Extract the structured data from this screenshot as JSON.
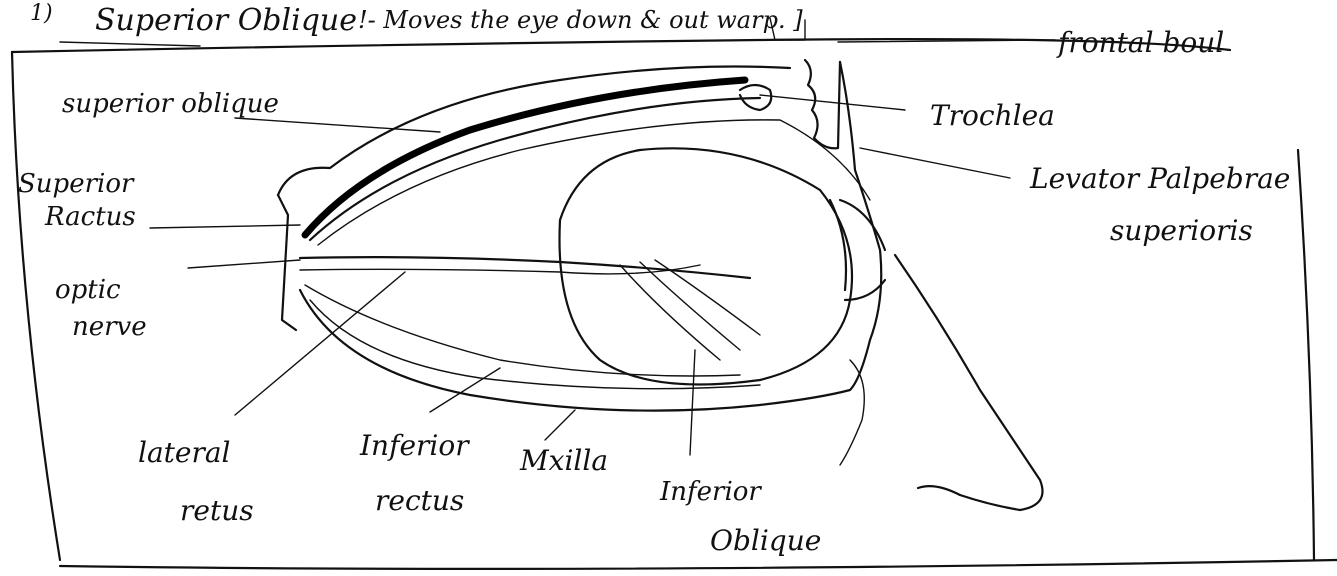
{
  "header": {
    "prefix": "1)",
    "title": "Superior Oblique",
    "description": "!- Moves the eye down & out warp. ]"
  },
  "labels": {
    "frontal_bone": "frontal boul",
    "superior_oblique": "superior oblique",
    "trochlea": "Trochlea",
    "superior_rectus_1": "Superior",
    "superior_rectus_2": "Ractus",
    "levator_1": "Levator Palpebrae",
    "levator_2": "superioris",
    "optic_nerve_1": "optic",
    "optic_nerve_2": "nerve",
    "lateral_rectus_1": "lateral",
    "lateral_rectus_2": "retus",
    "inferior_rectus_1": "Inferior",
    "inferior_rectus_2": "rectus",
    "maxilla": "Mxilla",
    "inferior_oblique_1": "Inferior",
    "inferior_oblique_2": "Oblique"
  },
  "colors": {
    "ink": "#111111",
    "paper": "#ffffff"
  }
}
